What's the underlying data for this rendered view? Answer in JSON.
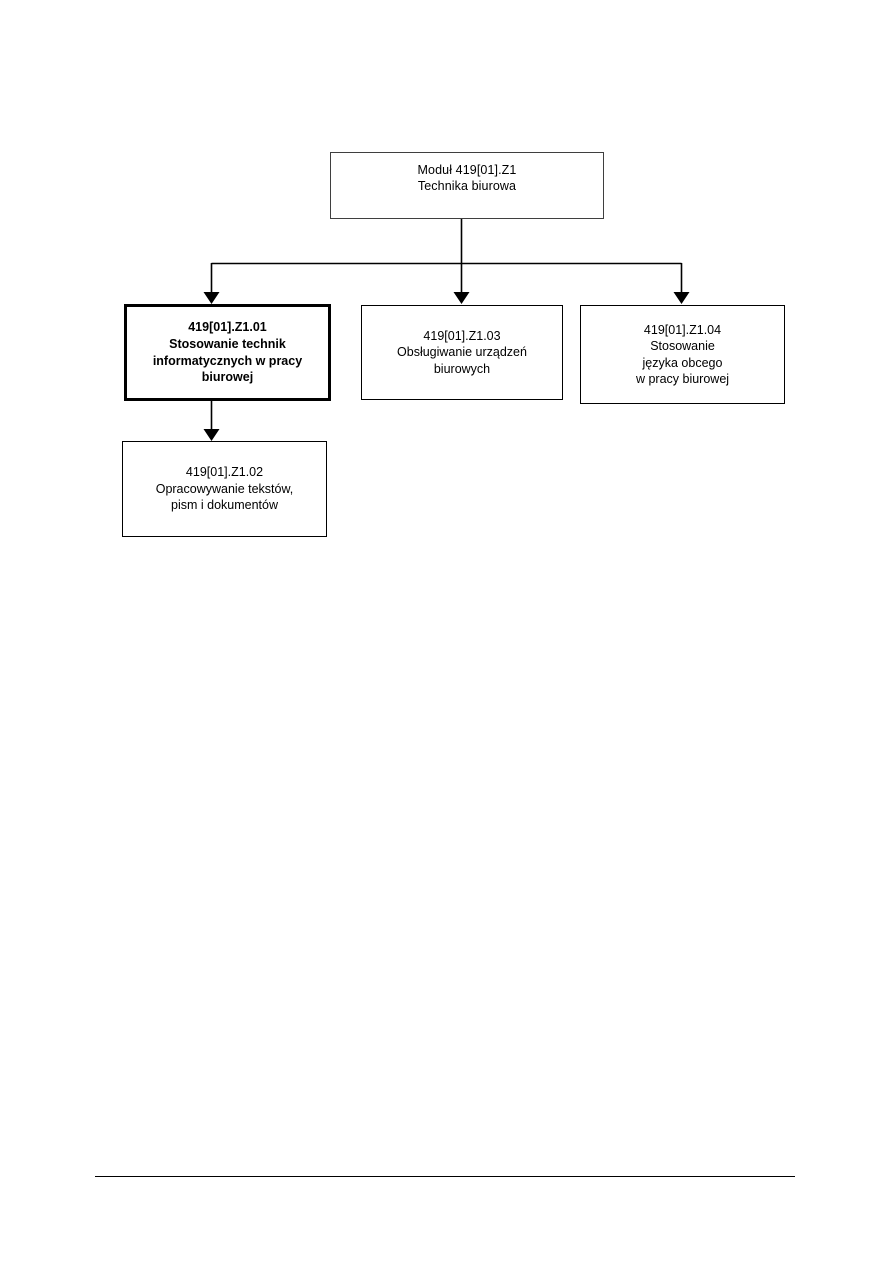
{
  "document": {
    "type": "organizational-tree-diagram",
    "language": "pl",
    "background_color": "#ffffff",
    "text_color": "#000000"
  },
  "diagram": {
    "root": {
      "id": "module",
      "code": "Moduł 419[01].Z1",
      "title": "Technika biurowa",
      "text": "Moduł 419[01].Z1\nTechnika biurowa",
      "border_color": "#3f3f3f",
      "highlighted": false
    },
    "nodes": [
      {
        "id": "z1-01",
        "code": "419[01].Z1.01",
        "title": "Stosowanie technik informatycznych w pracy biurowej",
        "text": "419[01].Z1.01\nStosowanie technik\ninformatycznych w pracy\nbiurowej",
        "border_color": "#000000",
        "highlighted": true,
        "emphasis": "bold"
      },
      {
        "id": "z1-03",
        "code": "419[01].Z1.03",
        "title": "Obsługiwanie urządzeń biurowych",
        "text": "419[01].Z1.03\nObsługiwanie urządzeń\nbiurowych",
        "border_color": "#000000",
        "highlighted": false
      },
      {
        "id": "z1-04",
        "code": "419[01].Z1.04",
        "title": "Stosowanie języka obcego w pracy biurowej",
        "text": "419[01].Z1.04\nStosowanie\njęzyka obcego\nw pracy biurowej",
        "border_color": "#000000",
        "highlighted": false
      },
      {
        "id": "z1-02",
        "code": "419[01].Z1.02",
        "title": "Opracowywanie tekstów, pism i dokumentów",
        "text": "419[01].Z1.02\nOpracowywanie tekstów,\npism i dokumentów",
        "border_color": "#000000",
        "highlighted": false
      }
    ],
    "connectors": [
      {
        "id": "root-to-bus",
        "from": "module",
        "to": "bus",
        "arrow": false
      },
      {
        "id": "bus-to-z1-01",
        "from": "bus",
        "to": "z1-01",
        "arrow": true
      },
      {
        "id": "bus-to-z1-03",
        "from": "bus",
        "to": "z1-03",
        "arrow": true
      },
      {
        "id": "bus-to-z1-04",
        "from": "bus",
        "to": "z1-04",
        "arrow": true
      },
      {
        "id": "z1-01-to-z1-02",
        "from": "z1-01",
        "to": "z1-02",
        "arrow": true
      }
    ],
    "line_color": "#000000"
  },
  "footer": {
    "rule_color": "#000000"
  }
}
